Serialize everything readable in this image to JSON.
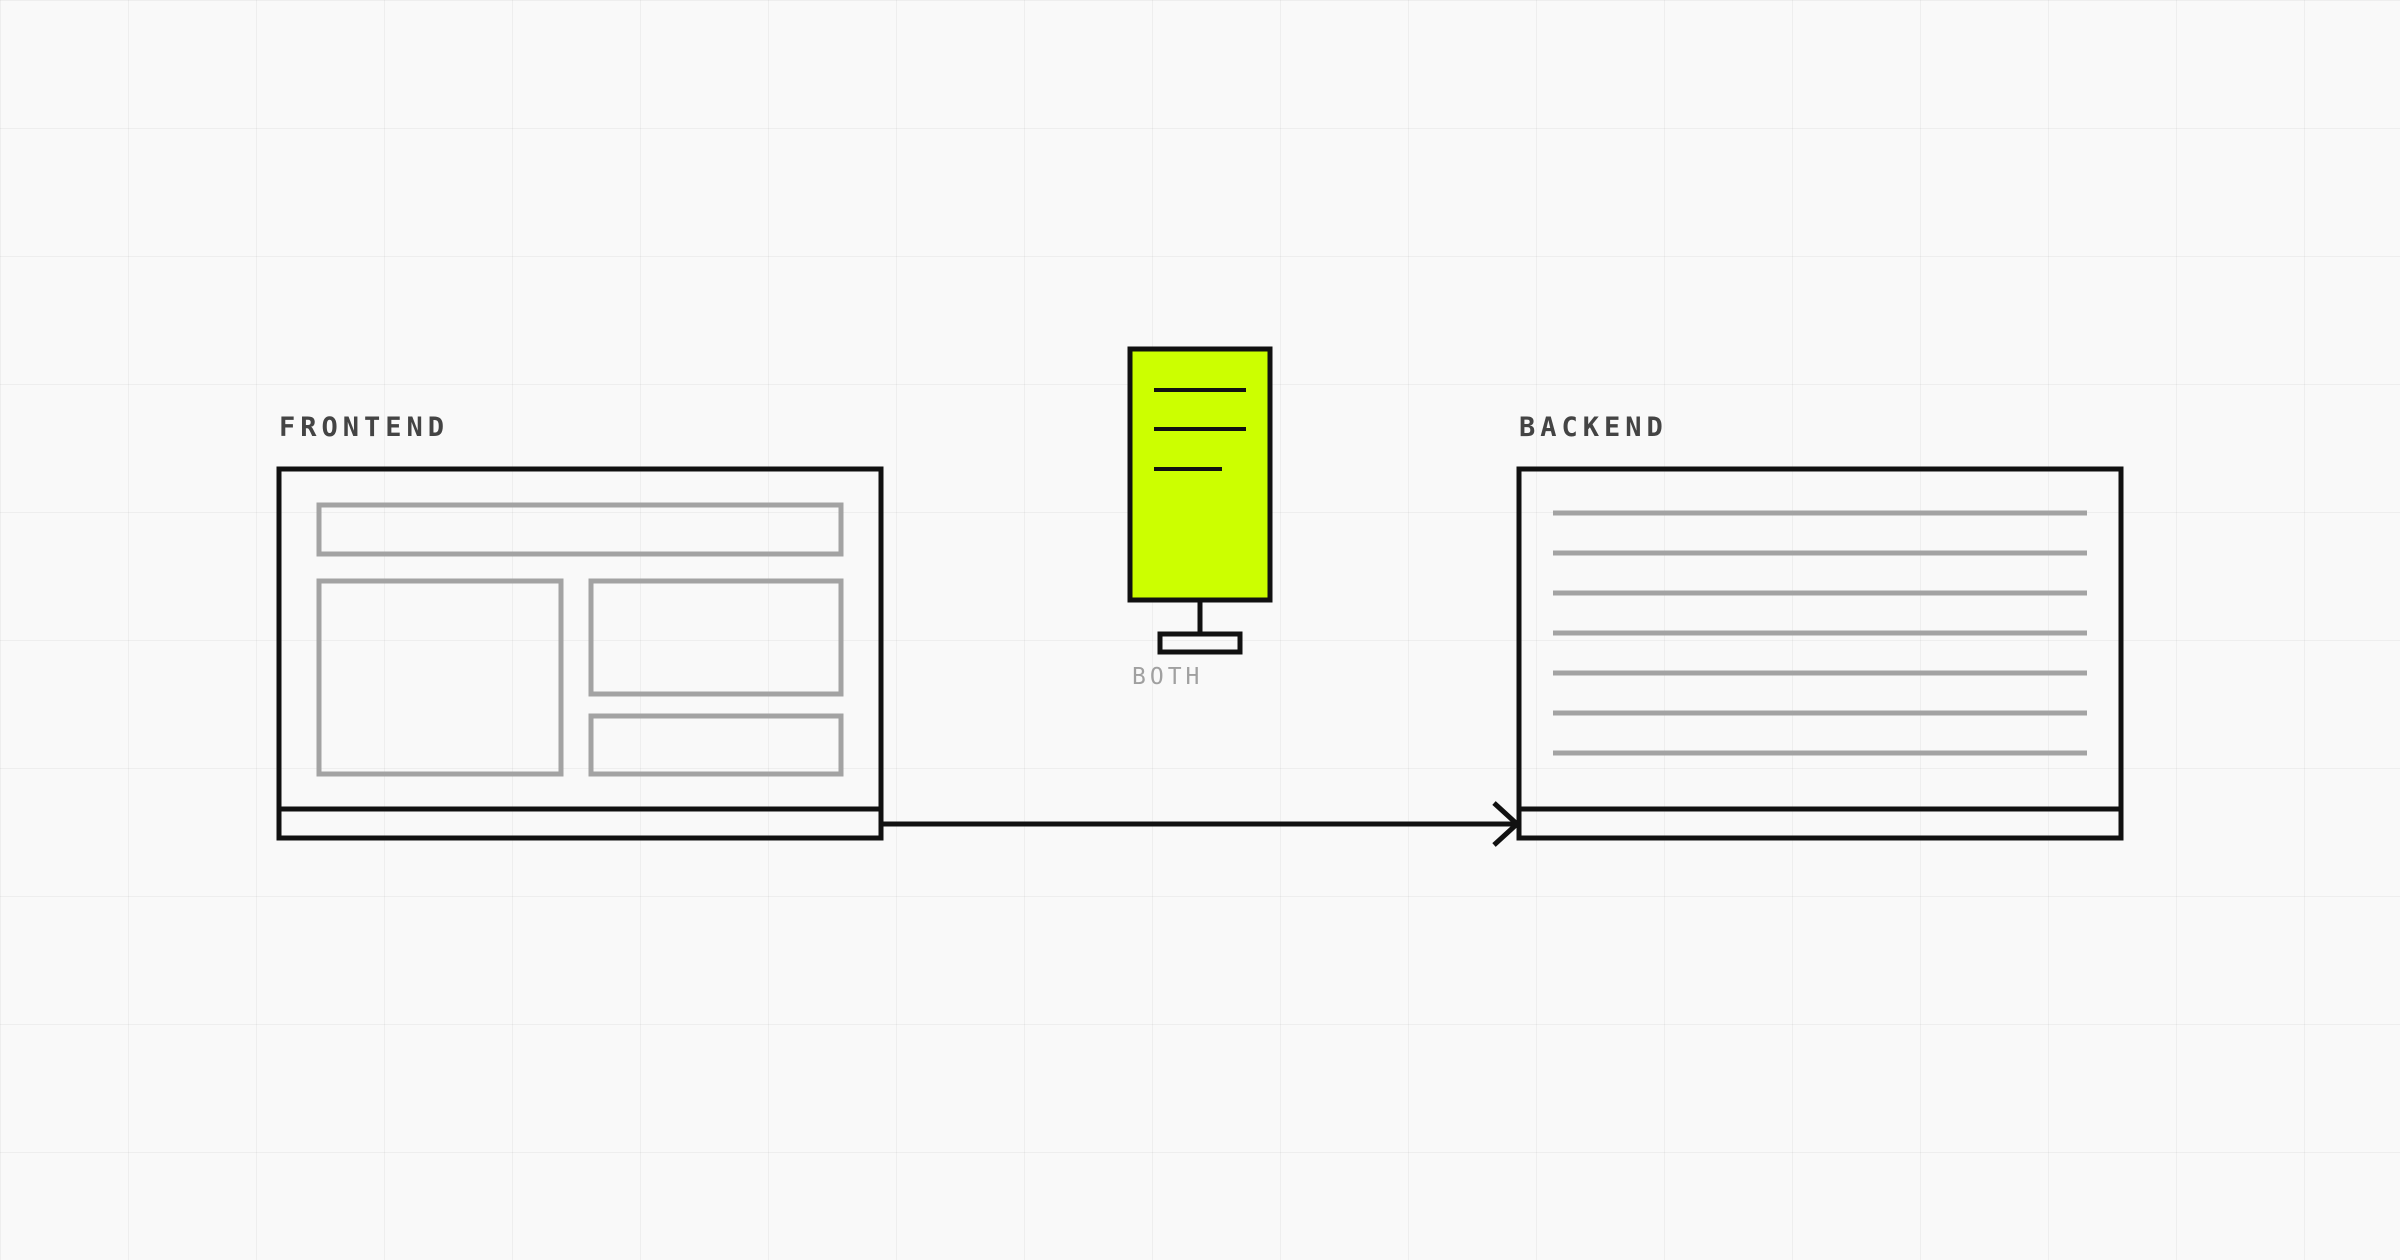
{
  "nodes": {
    "frontend": {
      "label": "FRONTEND",
      "type": "browser-window-wireframe"
    },
    "backend": {
      "label": "BACKEND",
      "type": "document-window-wireframe"
    },
    "both": {
      "label": "BOTH",
      "type": "server-tower-icon"
    }
  },
  "edges": [
    {
      "from": "frontend",
      "to": "backend",
      "style": "arrow"
    }
  ],
  "colors": {
    "background": "#f9f9f9",
    "grid": "#ececec",
    "stroke": "#111111",
    "wireframe": "#a3a3a3",
    "accent": "#ccff00",
    "label": "#444444",
    "label_muted": "#a0a0a0"
  }
}
